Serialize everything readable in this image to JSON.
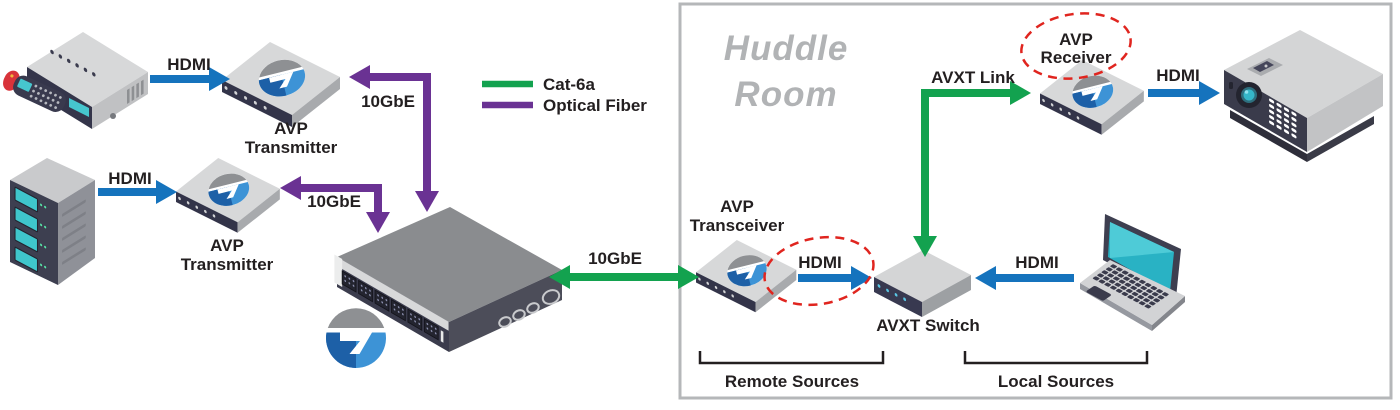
{
  "room": {
    "line1": "Huddle",
    "line2": "Room"
  },
  "legend": {
    "cat6a_label": "Cat-6a",
    "fiber_label": "Optical Fiber"
  },
  "colors": {
    "hdmi_blue": "#1573bd",
    "cat6a_green": "#13a24f",
    "fiber_purple": "#6a3293",
    "callout_red": "#e0251f"
  },
  "nodes": {
    "transmitter1": {
      "line1": "AVP",
      "line2": "Transmitter"
    },
    "transmitter2": {
      "line1": "AVP",
      "line2": "Transmitter"
    },
    "transceiver": {
      "line1": "AVP",
      "line2": "Transceiver"
    },
    "receiver": {
      "line1": "AVP",
      "line2": "Receiver"
    },
    "avxt_switch": {
      "label": "AVXT Switch"
    }
  },
  "links": {
    "hdmi_player": "HDMI",
    "hdmi_server": "HDMI",
    "hdmi_transceiver_switch": "HDMI",
    "hdmi_laptop": "HDMI",
    "hdmi_projector": "HDMI",
    "tengbe_tx1": "10GbE",
    "tengbe_tx2": "10GbE",
    "tengbe_core": "10GbE",
    "avxt_link": "AVXT Link"
  },
  "groups": {
    "remote": "Remote Sources",
    "local": "Local Sources"
  }
}
